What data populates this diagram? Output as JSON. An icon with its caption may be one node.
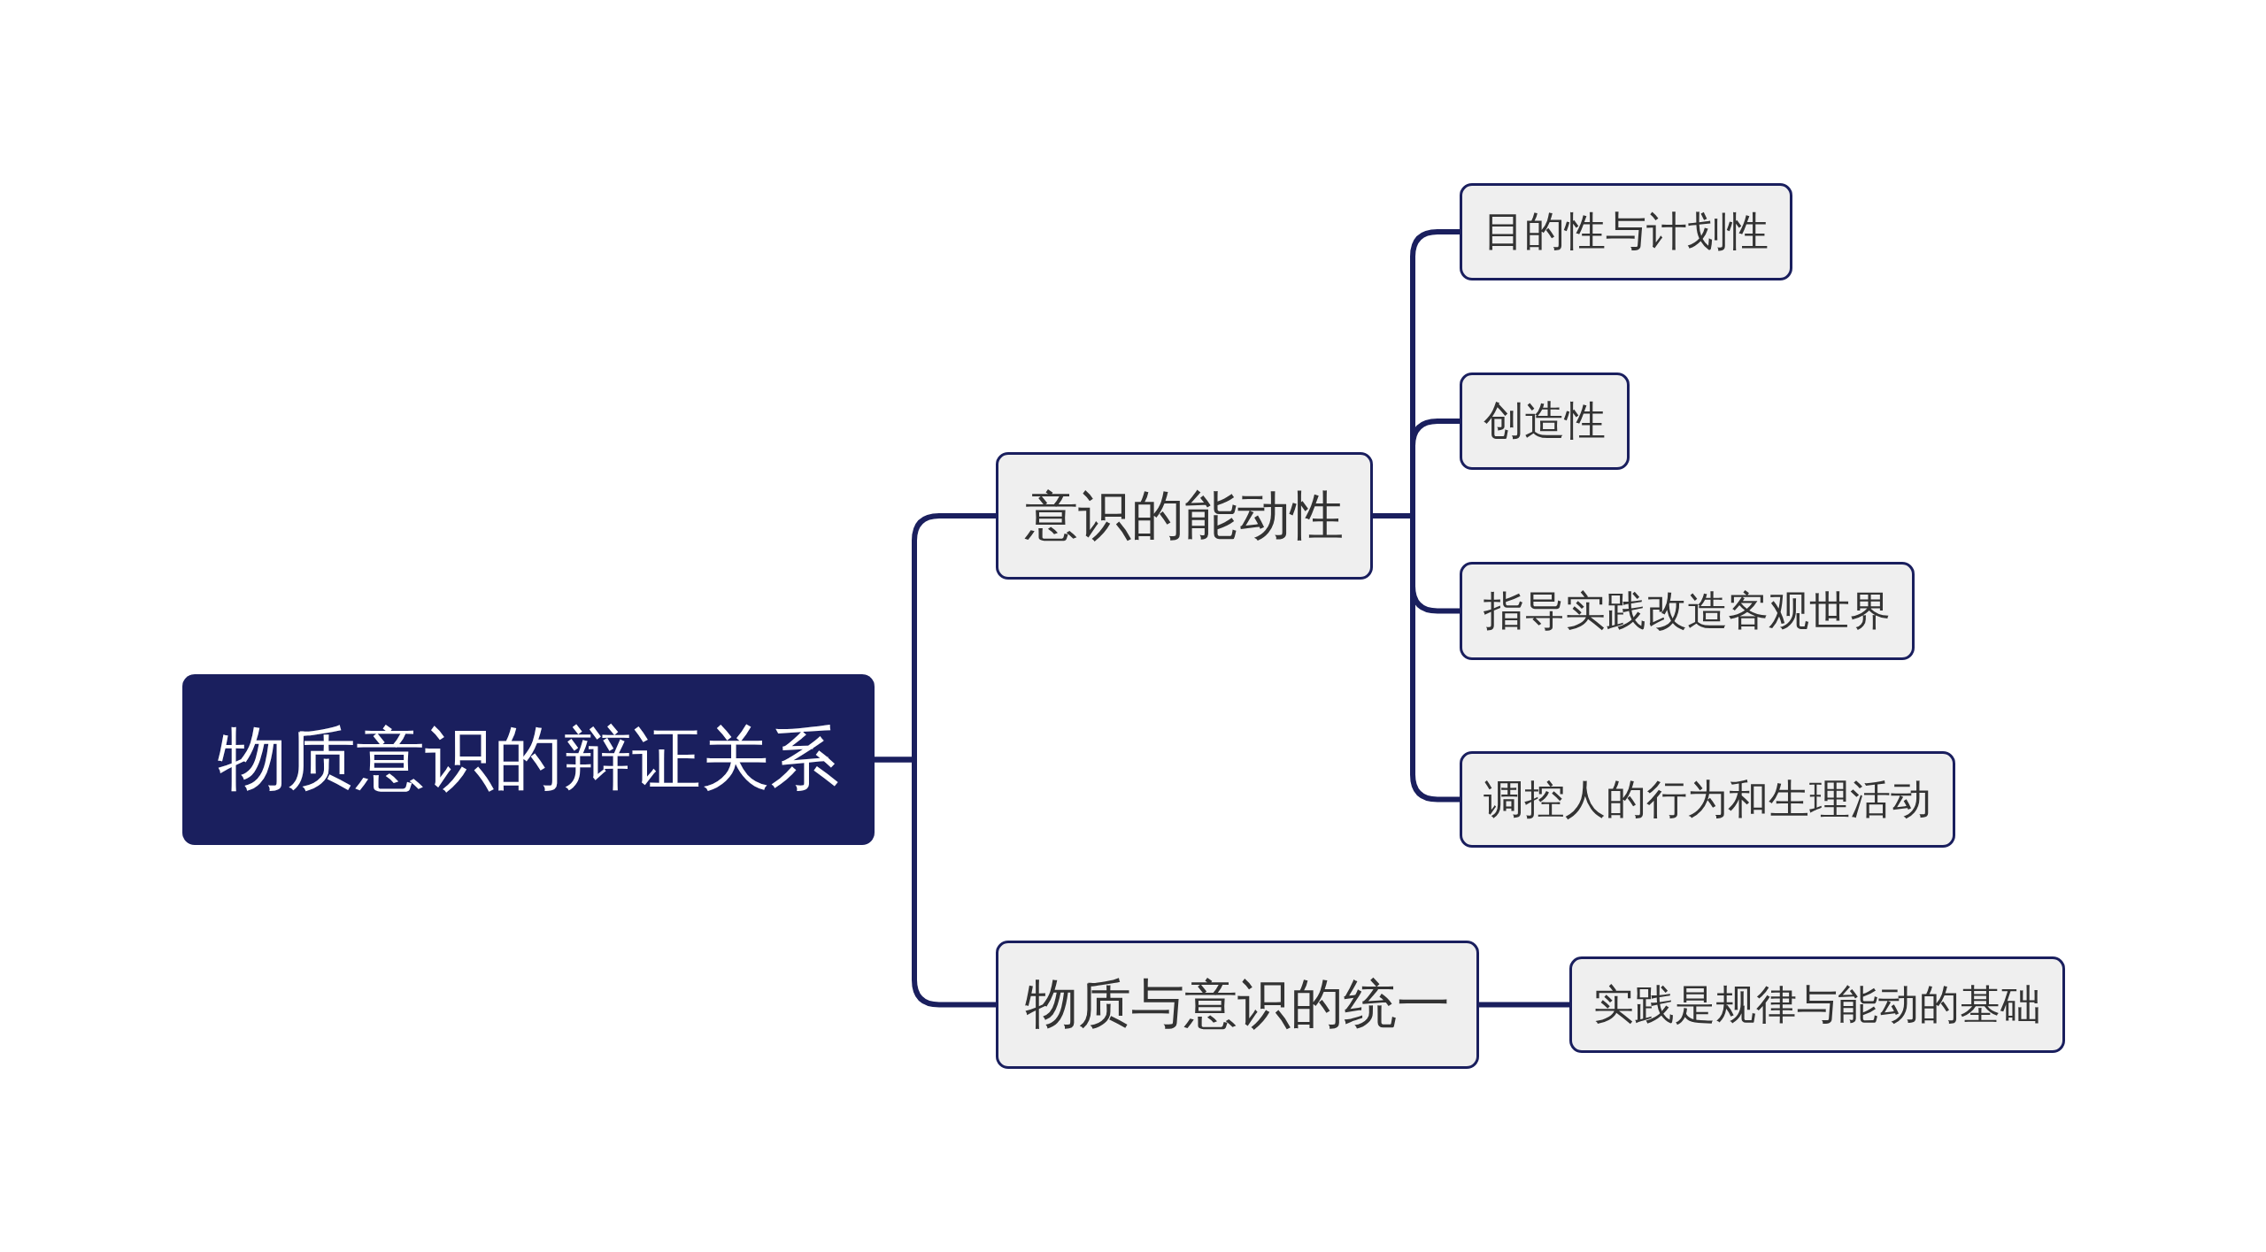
{
  "diagram": {
    "nodes": [
      {
        "text": [
          "物质意识的辩证关系"
        ]
      },
      {
        "text": [
          "意识的能动性"
        ]
      },
      {
        "text": [
          "目的性与计划性"
        ]
      },
      {
        "text": [
          "创造性"
        ]
      },
      {
        "text": [
          "指导实践改造客观世界"
        ]
      },
      {
        "text": [
          "调控人的行为和生理活动"
        ]
      },
      {
        "text": [
          "物质与意识的统一"
        ]
      },
      {
        "text": [
          "实践是规律与能动的基础"
        ]
      }
    ],
    "edges": [
      {
        "from": 0,
        "to": 1,
        "arrow": "none"
      },
      {
        "from": 0,
        "to": 6,
        "arrow": "none"
      },
      {
        "from": 1,
        "to": 2,
        "arrow": "none"
      },
      {
        "from": 1,
        "to": 3,
        "arrow": "none"
      },
      {
        "from": 1,
        "to": 4,
        "arrow": "none"
      },
      {
        "from": 1,
        "to": 5,
        "arrow": "none"
      },
      {
        "from": 6,
        "to": 7,
        "arrow": "none"
      }
    ]
  }
}
